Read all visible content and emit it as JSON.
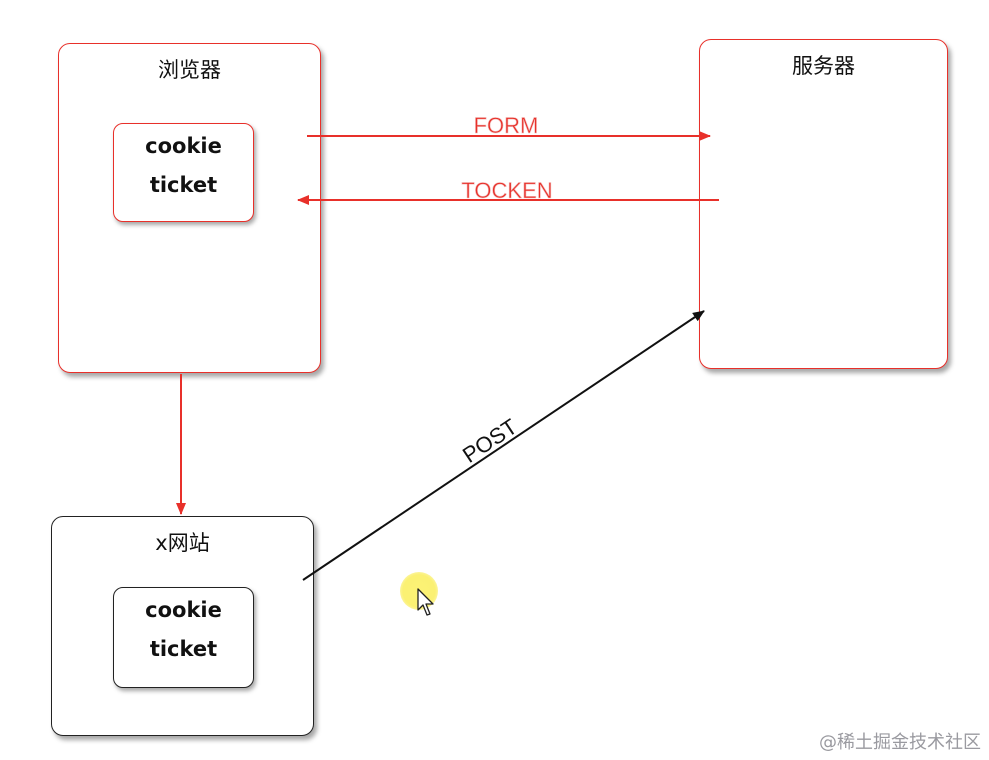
{
  "browser": {
    "title": "浏览器",
    "cookie_lines": [
      "cookie",
      "ticket"
    ]
  },
  "server": {
    "title": "服务器"
  },
  "site": {
    "title": "x网站",
    "cookie_lines": [
      "cookie",
      "ticket"
    ]
  },
  "arrows": {
    "form": "FORM",
    "token": "TOCKEN",
    "post": "POST"
  },
  "colors": {
    "red": "#e8302a",
    "black": "#111111"
  },
  "watermark": "@稀土掘金技术社区"
}
